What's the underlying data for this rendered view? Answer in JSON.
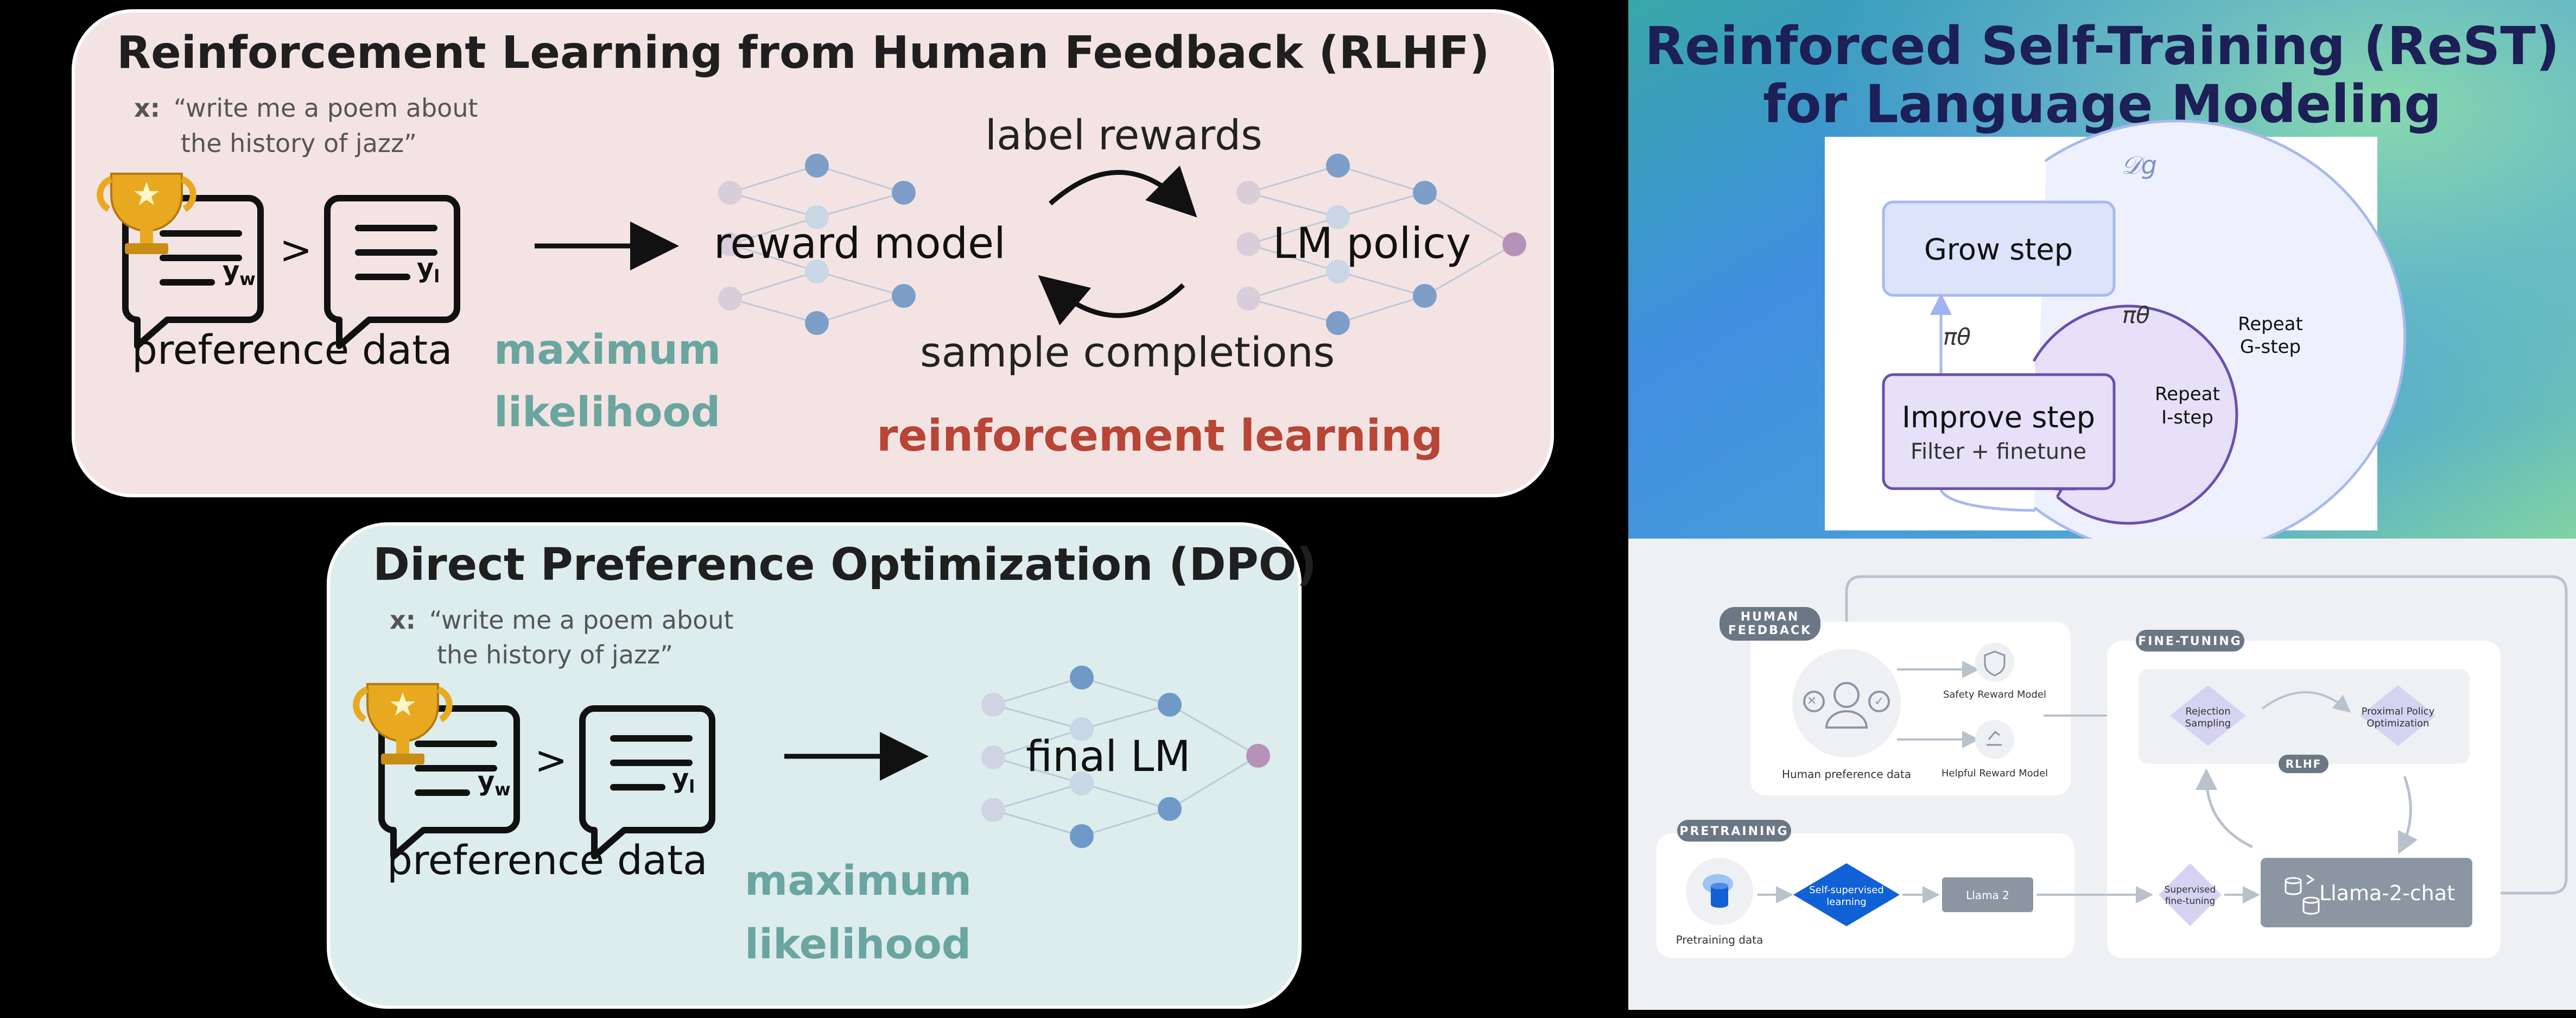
{
  "rlhf": {
    "title": "Reinforcement Learning from Human Feedback (RLHF)",
    "prompt_x": "x:",
    "prompt_line1": "“write me a poem about",
    "prompt_line2": "the history of jazz”",
    "yw": "y",
    "yw_sub": "w",
    "yl": "y",
    "yl_sub": "l",
    "prefers": ">",
    "preference_data": "preference data",
    "max1": "maximum",
    "max2": "likelihood",
    "reward_model": "reward model",
    "label_rewards": "label rewards",
    "lm_policy": "LM policy",
    "sample_completions": "sample completions",
    "reinforcement_learning": "reinforcement learning",
    "colors": {
      "bg": "#f3e4e3",
      "green": "#6aa5a0",
      "red": "#b84535"
    }
  },
  "dpo": {
    "title": "Direct Preference Optimization (DPO)",
    "prompt_x": "x:",
    "prompt_line1": "“write me a poem about",
    "prompt_line2": "the history of jazz”",
    "yw": "y",
    "yw_sub": "w",
    "yl": "y",
    "yl_sub": "l",
    "prefers": ">",
    "preference_data": "preference data",
    "max1": "maximum",
    "max2": "likelihood",
    "final_lm": "final LM",
    "colors": {
      "bg": "#ddeced"
    }
  },
  "rest": {
    "title_line1": "Reinforced Self-Training (ReST)",
    "title_line2": "for Language Modeling",
    "dg_label": "𝒟g",
    "grow_step": "Grow step",
    "improve_step": "Improve step",
    "filter_finetune": "Filter + finetune",
    "pi_left": "πθ",
    "pi_inner": "πθ",
    "repeat_g1": "Repeat",
    "repeat_g2": "G-step",
    "repeat_i1": "Repeat",
    "repeat_i2": "I-step",
    "colors": {
      "title": "#1d1f57",
      "outer": "#a8b9ef",
      "inner": "#6a4fb0",
      "box": "#dbe4fb"
    }
  },
  "llama": {
    "human_feedback_1": "HUMAN",
    "human_feedback_2": "FEEDBACK",
    "fine_tuning": "FINE-TUNING",
    "pretraining": "PRETRAINING",
    "human_preference_data": "Human preference data",
    "safety_reward_model": "Safety Reward Model",
    "helpful_reward_model": "Helpful Reward Model",
    "rejection_sampling_1": "Rejection",
    "rejection_sampling_2": "Sampling",
    "ppo_1": "Proximal Policy",
    "ppo_2": "Optimization",
    "rlhf_tag": "RLHF",
    "pretraining_data": "Pretraining data",
    "ssl_1": "Self-supervised",
    "ssl_2": "learning",
    "llama2": "Llama 2",
    "sft_1": "Supervised",
    "sft_2": "fine-tuning",
    "llama2_chat": "Llama-2-chat",
    "colors": {
      "bg": "#eef0f3",
      "tag": "#6b7785",
      "diamond": "#d6d3f2",
      "blue": "#1060d6"
    }
  }
}
